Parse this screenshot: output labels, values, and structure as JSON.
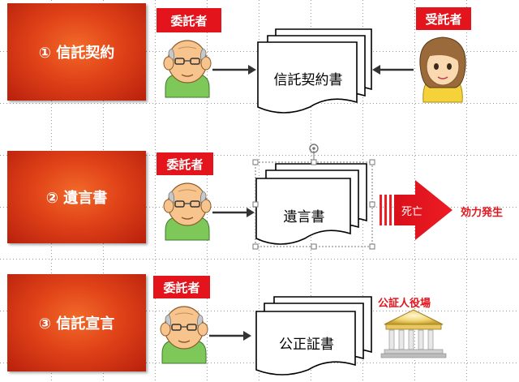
{
  "rows": [
    {
      "step_label": "① 信託契約",
      "settlor_tag": "委託者",
      "document": "信託契約書",
      "trustee_tag": "受託者"
    },
    {
      "step_label": "② 遺言書",
      "settlor_tag": "委託者",
      "document": "遺言書",
      "arrow_text": "死亡",
      "result_text": "効力発生"
    },
    {
      "step_label": "③ 信託宣言",
      "settlor_tag": "委託者",
      "document": "公正証書",
      "office_label": "公証人役場"
    }
  ],
  "colors": {
    "step_box": "#e04218",
    "tag_bg": "#e3141b",
    "accent_red": "#e3141b"
  },
  "icons": [
    "elderly-man-icon",
    "woman-icon",
    "document-stack-icon",
    "bank-building-icon",
    "rotate-handle-icon"
  ]
}
